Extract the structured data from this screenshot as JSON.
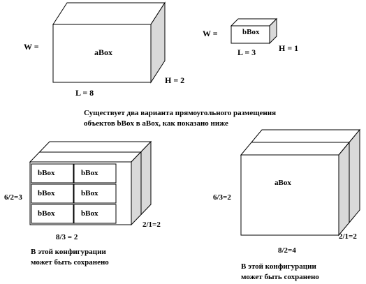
{
  "top": {
    "abox": {
      "name": "aBox",
      "w_label": "W =",
      "h_label": "H = 2",
      "l_label": "L = 8"
    },
    "bbox": {
      "name": "bBox",
      "w_label": "W =",
      "h_label": "H = 1",
      "l_label": "L = 3"
    },
    "description": [
      "Существует два варианта прямоугольного размещения",
      "объектов bBox в aBox, как показано ниже"
    ]
  },
  "config_left": {
    "cell_label": "bBox",
    "rows": 3,
    "cols": 2,
    "side_label": "6/2=3",
    "bottom_label": "8/3 = 2",
    "depth_label": "2/1=2",
    "caption": [
      "В этой конфигурации",
      "может быть сохранено"
    ]
  },
  "config_right": {
    "box_label": "aBox",
    "side_label": "6/3=2",
    "bottom_label": "8/2=4",
    "depth_label": "2/1=2",
    "caption": [
      "В этой конфигурации",
      "может быть сохранено"
    ]
  },
  "colors": {
    "stroke": "#000000",
    "face_front": "#ffffff",
    "face_top": "#ffffff",
    "face_side": "#d9d9d9"
  }
}
